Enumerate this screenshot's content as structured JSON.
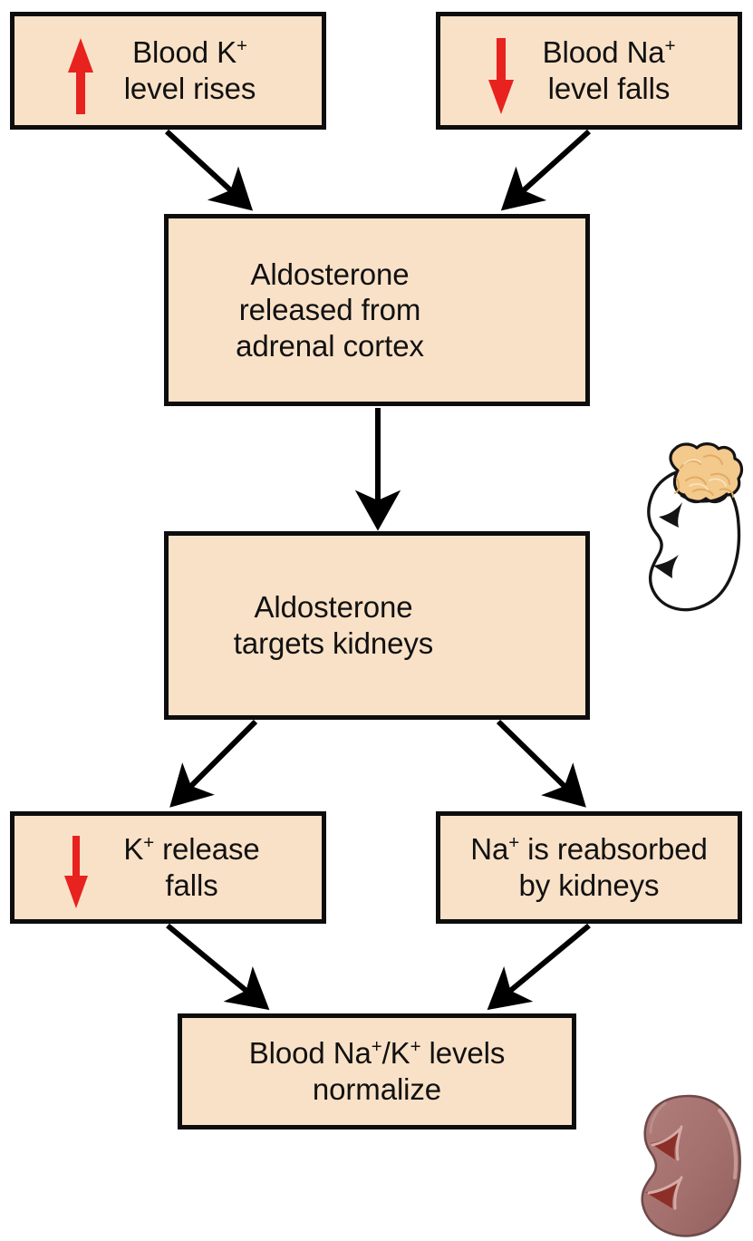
{
  "diagram": {
    "title": "Aldosterone regulation of blood sodium and potassium",
    "type": "flowchart",
    "palette": {
      "box_fill": "#f9e1c7",
      "box_border": "#0d0d0d",
      "text": "#111111",
      "red_arrow": "#e8221f",
      "adrenal_cortex": "#f3c98c",
      "kidney_white": "#ffffff",
      "kidney_red": "#a8716e",
      "connector": "#000000",
      "background": "#ffffff"
    },
    "nodes": [
      {
        "id": "k-rises",
        "text": "Blood K+\nlevel rises",
        "line1_pre": "Blood K",
        "line1_sup": "+",
        "line2": "level rises",
        "indicator": "up-arrow",
        "indicator_color": "#e8221f",
        "organ": null
      },
      {
        "id": "na-falls",
        "text": "Blood Na+\nlevel falls",
        "line1_pre": "Blood Na",
        "line1_sup": "+",
        "line2": "level falls",
        "indicator": "down-arrow",
        "indicator_color": "#e8221f",
        "organ": null
      },
      {
        "id": "aldosterone-released",
        "text": "Aldosterone\nreleased from\nadrenal cortex",
        "line1_pre": "Aldosterone",
        "line1_sup": "",
        "line2": "released from",
        "line3": "adrenal cortex",
        "indicator": null,
        "organ": "adrenal-gland-on-kidney"
      },
      {
        "id": "aldosterone-targets",
        "text": "Aldosterone\ntargets kidneys",
        "line1_pre": "Aldosterone",
        "line1_sup": "",
        "line2": "targets kidneys",
        "indicator": null,
        "organ": "kidney"
      },
      {
        "id": "k-release-falls",
        "text": "K+ release\nfalls",
        "line1_pre": "K",
        "line1_sup": "+",
        "line1_post": " release",
        "line2": "falls",
        "indicator": "down-arrow",
        "indicator_color": "#e8221f",
        "organ": null
      },
      {
        "id": "na-reabsorbed",
        "text": "Na+ is reabsorbed\nby kidneys",
        "line1_pre": "Na",
        "line1_sup": "+",
        "line1_post": " is reabsorbed",
        "line2": "by kidneys",
        "indicator": null,
        "organ": null
      },
      {
        "id": "levels-normalize",
        "text": "Blood Na+/K+ levels\nnormalize",
        "line1_pre": "Blood Na",
        "line1_sup": "+",
        "line1_mid": "/K",
        "line1_sup2": "+",
        "line1_post": " levels",
        "line2": "normalize",
        "indicator": null,
        "organ": null
      }
    ],
    "edges": [
      {
        "from": "k-rises",
        "to": "aldosterone-released",
        "style": "diagonal-arrow"
      },
      {
        "from": "na-falls",
        "to": "aldosterone-released",
        "style": "diagonal-arrow"
      },
      {
        "from": "aldosterone-released",
        "to": "aldosterone-targets",
        "style": "vertical-arrow"
      },
      {
        "from": "aldosterone-targets",
        "to": "k-release-falls",
        "style": "diagonal-arrow"
      },
      {
        "from": "aldosterone-targets",
        "to": "na-reabsorbed",
        "style": "diagonal-arrow"
      },
      {
        "from": "k-release-falls",
        "to": "levels-normalize",
        "style": "diagonal-arrow"
      },
      {
        "from": "na-reabsorbed",
        "to": "levels-normalize",
        "style": "diagonal-arrow"
      }
    ]
  }
}
